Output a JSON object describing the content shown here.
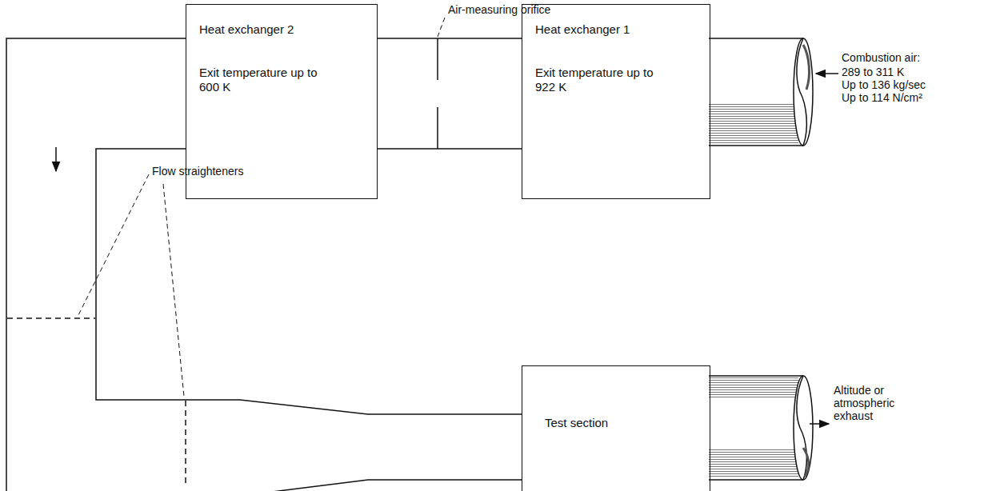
{
  "diagram": {
    "nodes": [
      {
        "text": [
          "Heat exchanger 2",
          "Exit temperature up to 600 K"
        ]
      },
      {
        "text": [
          "Heat exchanger 1",
          "Exit temperature up to 922 K"
        ]
      },
      {
        "text": [
          "Test section"
        ]
      }
    ],
    "edges": [
      {
        "from": 1,
        "to": 0,
        "arrow": "none"
      },
      {
        "from": 0,
        "to": 2,
        "arrow": "none"
      }
    ],
    "labels": [
      "Air-measuring orifice",
      "Combustion air:",
      "289 to 311 K",
      "Up to 136 kg/sec",
      "Up to 114 N/cm²",
      "Flow straighteners",
      "Altitude or atmospheric exhaust"
    ]
  }
}
